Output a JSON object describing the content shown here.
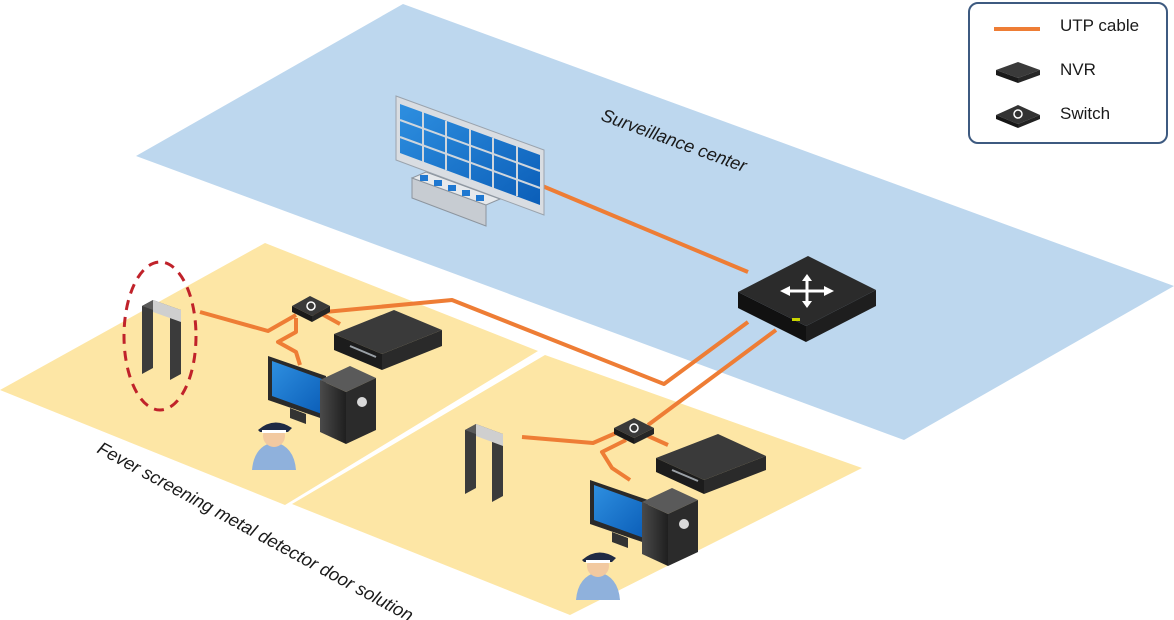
{
  "labels": {
    "surveillance_center": "Surveillance center",
    "solution": "Fever screening metal detector door solution"
  },
  "legend": {
    "items": [
      {
        "label": "UTP cable",
        "symbol": "utp-cable-line"
      },
      {
        "label": "NVR",
        "symbol": "nvr-icon"
      },
      {
        "label": "Switch",
        "symbol": "switch-icon"
      }
    ]
  },
  "colors": {
    "cable": "#ee7d35",
    "center_floor": "#bdd7ee",
    "zone_floor": "#fde6a5",
    "highlight": "#c0222a",
    "legend_border": "#3d5a80"
  }
}
